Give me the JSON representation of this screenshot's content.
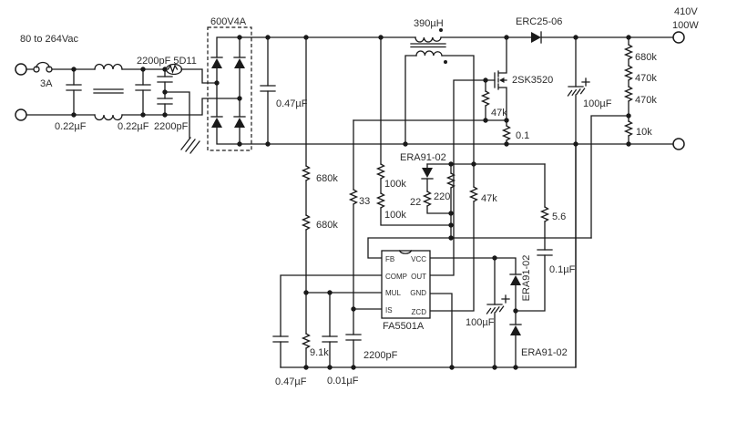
{
  "colors": {
    "line": "#1a1a1a",
    "text": "#2b2b2b",
    "background": "#ffffff"
  },
  "input": {
    "voltage_range": "80 to 264Vac",
    "fuse_rating": "3A",
    "x_cap1": "0.22µF",
    "x_cap2": "0.22µF",
    "y_cap_top": "2200pF 5D11",
    "y_cap_bottom": "2200pF"
  },
  "rectifier": {
    "bridge_part": "600V4A",
    "filter_cap": "0.47µF"
  },
  "boost": {
    "inductor": "390µH",
    "output_diode": "ERC25-06",
    "mosfet": "2SK3520",
    "gate_resistor": "47k",
    "current_sense_resistor": "0.1"
  },
  "output": {
    "voltage": "410V",
    "power": "100W",
    "divider_resistors": [
      "680k",
      "470k",
      "470k",
      "10k"
    ],
    "bulk_cap": "100µF"
  },
  "mul_input": {
    "r_top1": "680k",
    "r_top2": "680k",
    "r_bottom": "9.1k",
    "cap": "0.01µF"
  },
  "feedback": {
    "r1": "100k",
    "r2": "100k",
    "clamp_diode": "ERA91-02",
    "r_series": "22",
    "r_parallel": "220"
  },
  "zcd_network": {
    "resistor": "47k",
    "r_aux": "5.6",
    "cap": "0.1µF"
  },
  "vcc_supply": {
    "cap": "100µF",
    "diode_upper": "ERA91-02",
    "diode_lower": "ERA91-02"
  },
  "comp_pin": {
    "cap": "0.47µF"
  },
  "is_filter": {
    "resistor": "33",
    "cap": "2200pF"
  },
  "controller": {
    "part": "FA5501A",
    "pins_left": [
      "FB",
      "COMP",
      "MUL",
      "IS"
    ],
    "pins_right": [
      "VCC",
      "OUT",
      "GND",
      "ZCD"
    ]
  }
}
